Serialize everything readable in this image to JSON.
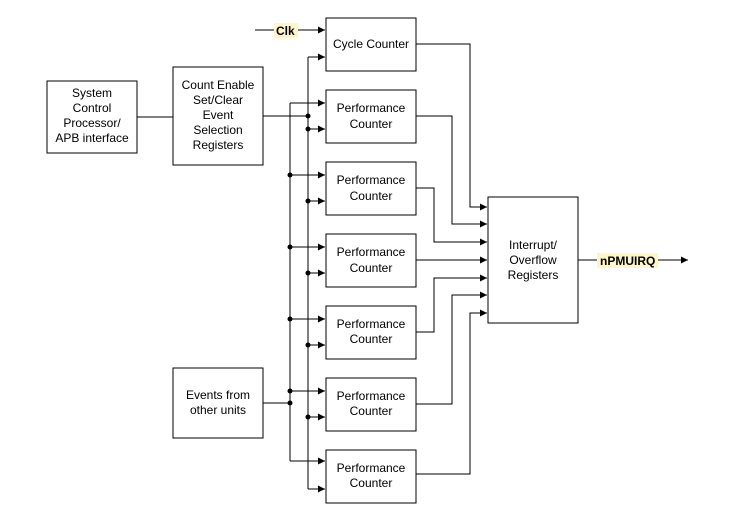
{
  "blocks": {
    "system_control": [
      "System",
      "Control",
      "Processor/",
      "APB interface"
    ],
    "count_enable": [
      "Count Enable",
      "Set/Clear",
      "Event",
      "Selection",
      "Registers"
    ],
    "events_other": [
      "Events from",
      "other units"
    ],
    "cycle_counter": [
      "Cycle Counter"
    ],
    "perf_counter": [
      "Performance",
      "Counter"
    ],
    "interrupt_overflow": [
      "Interrupt/",
      "Overflow",
      "Registers"
    ]
  },
  "signals": {
    "clk": "Clk",
    "npmuirq": "nPMUIRQ"
  },
  "colors": {
    "signal_highlight": "#fff5cc",
    "line": "#000000"
  }
}
